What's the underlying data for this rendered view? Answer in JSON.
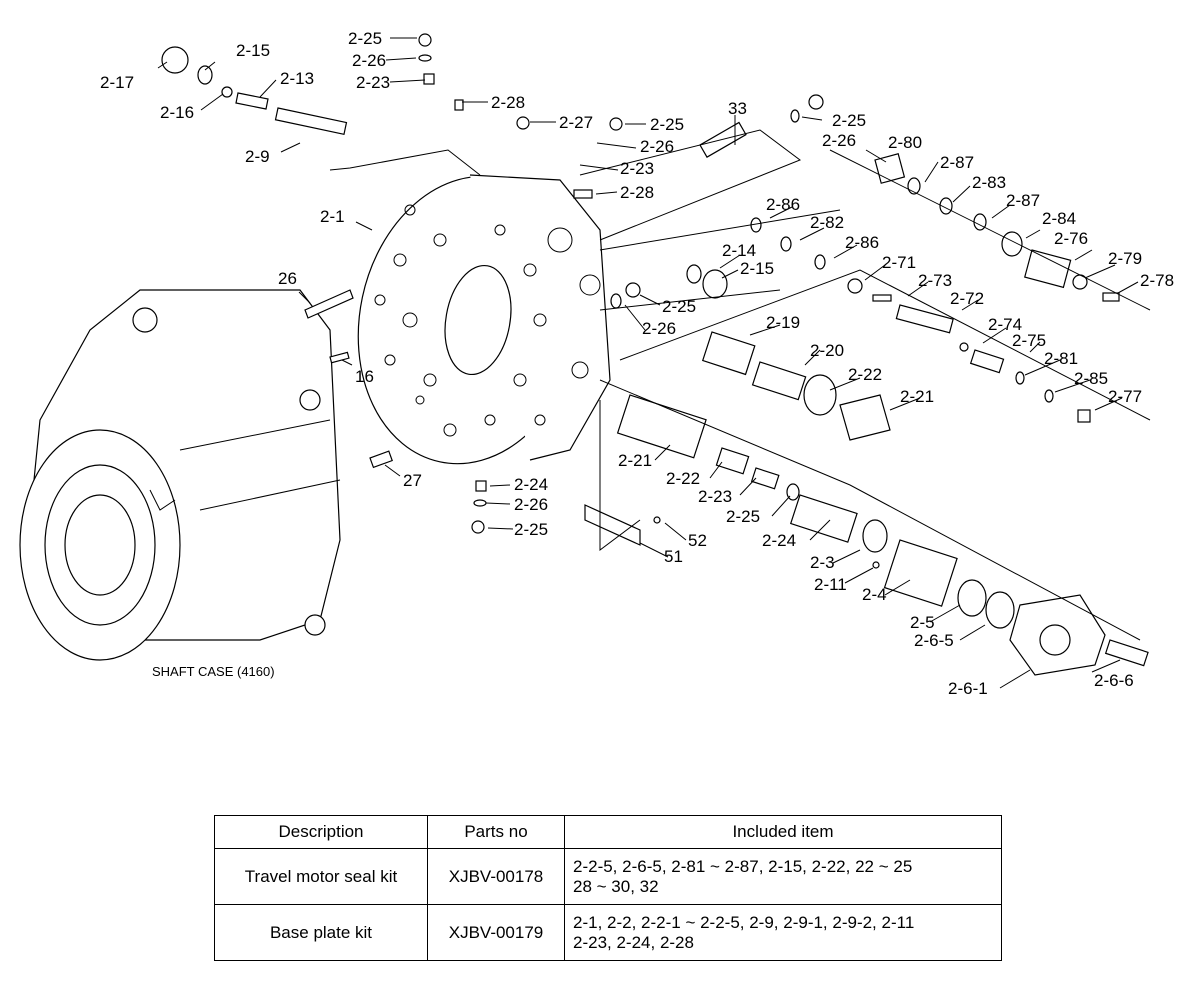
{
  "diagram": {
    "caption": "SHAFT CASE (4160)",
    "labels": [
      "2-25",
      "2-26",
      "2-23",
      "2-28",
      "2-27",
      "2-25",
      "2-26",
      "2-23",
      "2-28",
      "33",
      "2-25",
      "2-26",
      "2-15",
      "2-17",
      "2-13",
      "2-16",
      "2-9",
      "2-1",
      "26",
      "16",
      "27",
      "2-80",
      "2-87",
      "2-83",
      "2-87",
      "2-84",
      "2-76",
      "2-79",
      "2-78",
      "2-86",
      "2-82",
      "2-86",
      "2-14",
      "2-15",
      "2-71",
      "2-73",
      "2-72",
      "2-74",
      "2-75",
      "2-81",
      "2-85",
      "2-77",
      "2-25",
      "2-26",
      "2-19",
      "2-20",
      "2-22",
      "2-21",
      "2-21",
      "2-22",
      "2-23",
      "2-25",
      "2-24",
      "2-3",
      "2-11",
      "2-4",
      "2-5",
      "2-6-5",
      "2-6-1",
      "2-6-6",
      "2-24",
      "2-26",
      "2-25",
      "52",
      "51"
    ]
  },
  "table": {
    "headers": [
      "Description",
      "Parts no",
      "Included item"
    ],
    "rows": [
      {
        "description": "Travel motor seal kit",
        "parts_no": "XJBV-00178",
        "included": [
          "2-2-5, 2-6-5, 2-81 ~ 2-87, 2-15, 2-22, 22 ~ 25",
          "28 ~ 30, 32"
        ]
      },
      {
        "description": "Base plate kit",
        "parts_no": "XJBV-00179",
        "included": [
          "2-1, 2-2, 2-2-1 ~ 2-2-5, 2-9, 2-9-1, 2-9-2, 2-11",
          "2-23, 2-24, 2-28"
        ]
      }
    ]
  }
}
